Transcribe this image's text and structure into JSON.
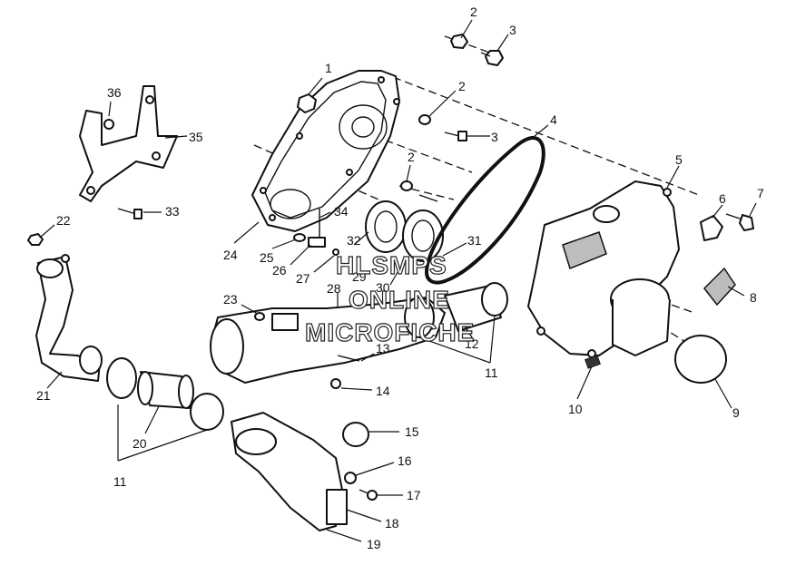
{
  "diagram": {
    "callouts": [
      {
        "id": "c1",
        "text": "1"
      },
      {
        "id": "c2a",
        "text": "2"
      },
      {
        "id": "c2b",
        "text": "2"
      },
      {
        "id": "c2c",
        "text": "2"
      },
      {
        "id": "c3a",
        "text": "3"
      },
      {
        "id": "c3b",
        "text": "3"
      },
      {
        "id": "c4",
        "text": "4"
      },
      {
        "id": "c5",
        "text": "5"
      },
      {
        "id": "c6",
        "text": "6"
      },
      {
        "id": "c7",
        "text": "7"
      },
      {
        "id": "c8",
        "text": "8"
      },
      {
        "id": "c9",
        "text": "9"
      },
      {
        "id": "c10",
        "text": "10"
      },
      {
        "id": "c11a",
        "text": "11"
      },
      {
        "id": "c11b",
        "text": "11"
      },
      {
        "id": "c12",
        "text": "12"
      },
      {
        "id": "c13",
        "text": "13"
      },
      {
        "id": "c14",
        "text": "14"
      },
      {
        "id": "c15",
        "text": "15"
      },
      {
        "id": "c16",
        "text": "16"
      },
      {
        "id": "c17",
        "text": "17"
      },
      {
        "id": "c18",
        "text": "18"
      },
      {
        "id": "c19",
        "text": "19"
      },
      {
        "id": "c20",
        "text": "20"
      },
      {
        "id": "c21",
        "text": "21"
      },
      {
        "id": "c22",
        "text": "22"
      },
      {
        "id": "c23",
        "text": "23"
      },
      {
        "id": "c24",
        "text": "24"
      },
      {
        "id": "c25",
        "text": "25"
      },
      {
        "id": "c26",
        "text": "26"
      },
      {
        "id": "c27",
        "text": "27"
      },
      {
        "id": "c28",
        "text": "28"
      },
      {
        "id": "c29",
        "text": "29"
      },
      {
        "id": "c30",
        "text": "30"
      },
      {
        "id": "c31",
        "text": "31"
      },
      {
        "id": "c32",
        "text": "32"
      },
      {
        "id": "c33",
        "text": "33"
      },
      {
        "id": "c34",
        "text": "34"
      },
      {
        "id": "c35",
        "text": "35"
      },
      {
        "id": "c36",
        "text": "36"
      }
    ],
    "watermark": {
      "line1": "HLSMPS",
      "line2": "ONLINE",
      "line3": "MICROFICHE"
    }
  }
}
